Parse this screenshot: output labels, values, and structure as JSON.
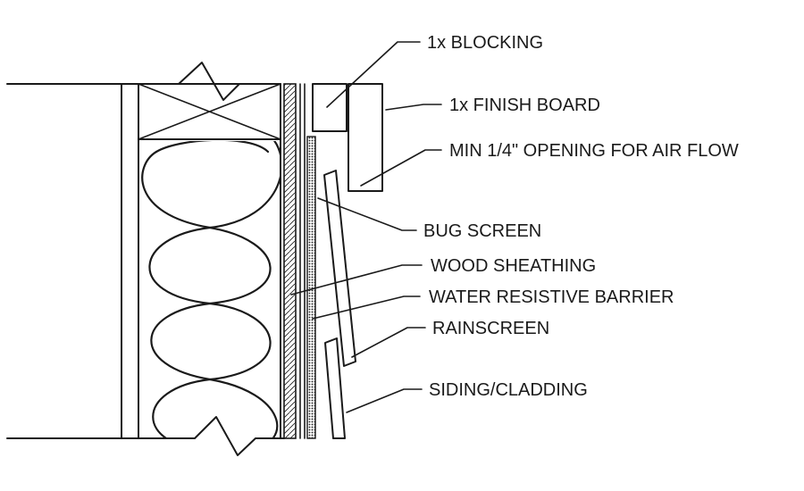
{
  "labels": {
    "blocking": "1x BLOCKING",
    "finish_board": "1x FINISH BOARD",
    "opening": "MIN 1/4\" OPENING FOR AIR FLOW",
    "bug_screen": "BUG SCREEN",
    "wood_sheathing": "WOOD SHEATHING",
    "wrb": "WATER RESISTIVE BARRIER",
    "rainscreen": "RAINSCREEN",
    "siding": "SIDING/CLADDING"
  },
  "colors": {
    "line": "#1a1a1a",
    "background": "#ffffff"
  }
}
